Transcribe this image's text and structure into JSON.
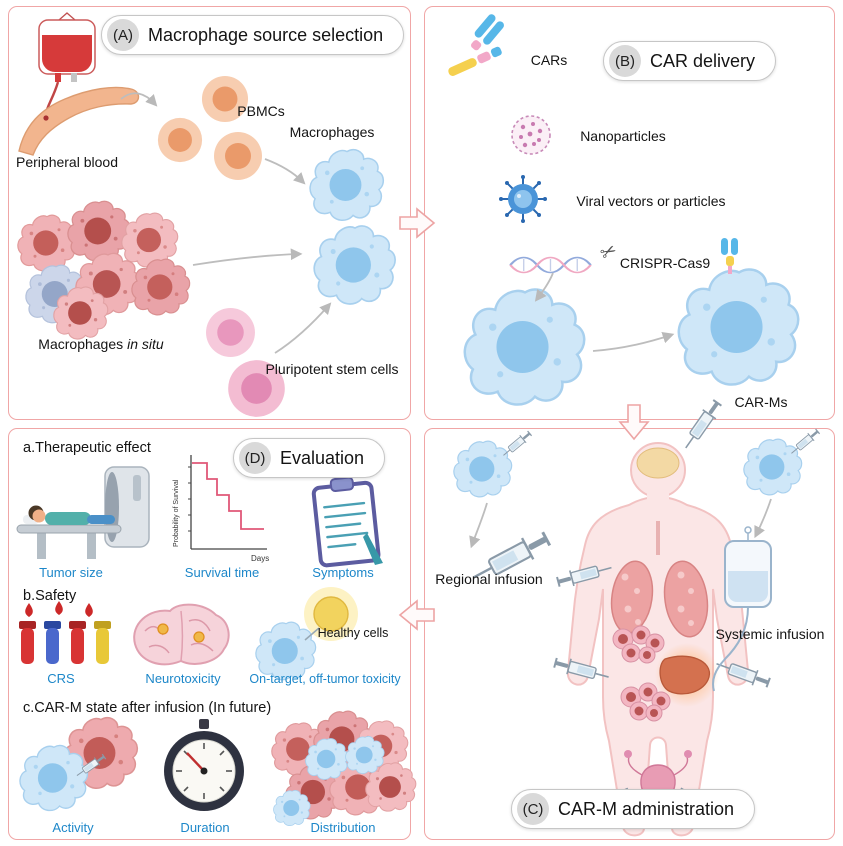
{
  "panel_a": {
    "badge": "(A)",
    "title": "Macrophage source selection",
    "peripheral_blood": "Peripheral blood",
    "pbmcs": "PBMCs",
    "macrophages": "Macrophages",
    "in_situ_prefix": "Macrophages",
    "in_situ_italic": "in situ",
    "pluripotent": "Pluripotent stem cells"
  },
  "panel_b": {
    "badge": "(B)",
    "title": "CAR delivery",
    "cars": "CARs",
    "nanoparticles": "Nanoparticles",
    "viral_vectors": "Viral vectors or particles",
    "crispr": "CRISPR-Cas9",
    "car_ms": "CAR-Ms"
  },
  "panel_c": {
    "badge": "(C)",
    "title": "CAR-M administration",
    "regional_infusion": "Regional infusion",
    "systemic_infusion": "Systemic infusion"
  },
  "panel_d": {
    "badge": "(D)",
    "title": "Evaluation",
    "section_a": "a.Therapeutic effect",
    "section_b": "b.Safety",
    "section_c": "c.CAR-M state after infusion (In future)",
    "tumor_size": "Tumor size",
    "survival_time": "Survival time",
    "symptoms": "Symptoms",
    "survival_y": "Probability of Survival",
    "survival_x": "Days",
    "crs": "CRS",
    "neurotoxicity": "Neurotoxicity",
    "healthy_cells": "Healthy cells",
    "on_target": "On-target, off-tumor toxicity",
    "activity": "Activity",
    "duration": "Duration",
    "distribution": "Distribution"
  },
  "icons": {
    "scissors": "✂"
  },
  "colors": {
    "panel_border": "#f0a6a6",
    "flow_arrow_stroke": "#eda4a4",
    "label_blue": "#1d87c9",
    "badge_bg": "#d9d9d9",
    "macrophage_body": "#cfe7f8",
    "macrophage_nucleus": "#8fc6ec",
    "tumor_cell_body": "#f0b2b6",
    "tumor_cell_nucleus": "#c4605c",
    "pbmc_body": "#f7cdb0",
    "stem_cell_body": "#f6c9db"
  }
}
